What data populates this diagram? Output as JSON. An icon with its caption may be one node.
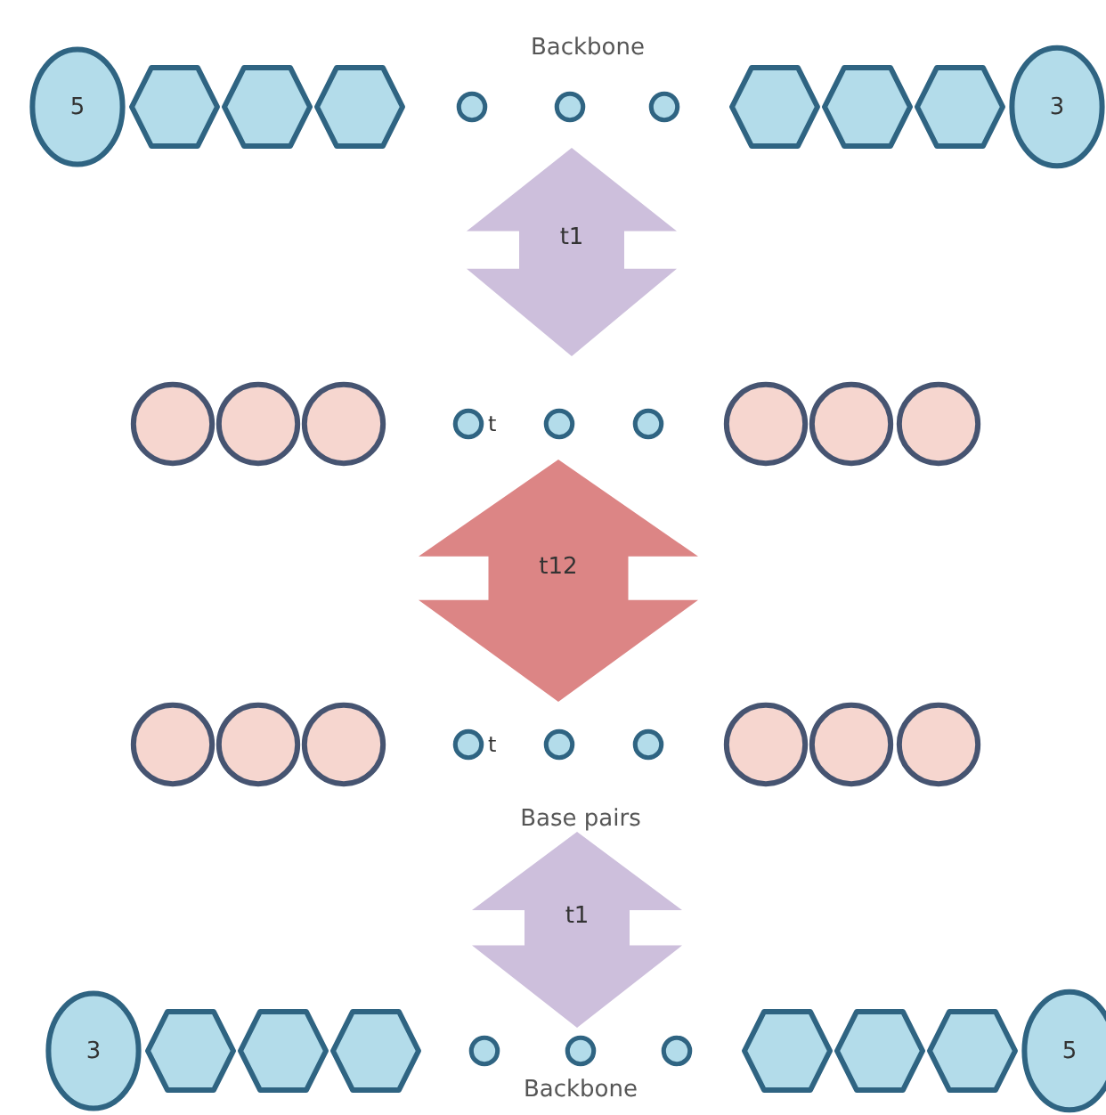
{
  "diagram": {
    "nodes": [
      {
        "text": [
          "5"
        ]
      },
      {
        "text": [],
        "shape": "hexagon"
      },
      {
        "text": [],
        "shape": "hexagon"
      },
      {
        "text": [],
        "shape": "hexagon"
      },
      {
        "text": [],
        "shape": "circle"
      },
      {
        "text": [],
        "shape": "circle"
      },
      {
        "text": [],
        "shape": "circle"
      },
      {
        "text": [],
        "shape": "hexagon"
      },
      {
        "text": [],
        "shape": "hexagon"
      },
      {
        "text": [],
        "shape": "hexagon"
      },
      {
        "text": [
          "3"
        ]
      },
      {
        "text": [
          "t1"
        ]
      },
      {
        "text": [],
        "shape": "circle"
      },
      {
        "text": [],
        "shape": "circle"
      },
      {
        "text": [],
        "shape": "circle"
      },
      {
        "text": [],
        "shape": "circle",
        "beside": [
          "t"
        ]
      },
      {
        "text": [],
        "shape": "circle"
      },
      {
        "text": [],
        "shape": "circle"
      },
      {
        "text": [],
        "shape": "circle"
      },
      {
        "text": [],
        "shape": "circle"
      },
      {
        "text": [],
        "shape": "circle"
      },
      {
        "text": [
          "t12"
        ]
      },
      {
        "text": [],
        "shape": "circle"
      },
      {
        "text": [],
        "shape": "circle"
      },
      {
        "text": [],
        "shape": "circle"
      },
      {
        "text": [],
        "shape": "circle",
        "beside": [
          "t"
        ]
      },
      {
        "text": [],
        "shape": "circle"
      },
      {
        "text": [],
        "shape": "circle"
      },
      {
        "text": [],
        "shape": "circle"
      },
      {
        "text": [],
        "shape": "circle"
      },
      {
        "text": [],
        "shape": "circle"
      },
      {
        "text": [
          "t1"
        ]
      },
      {
        "text": [
          "3"
        ]
      },
      {
        "text": [],
        "shape": "hexagon"
      },
      {
        "text": [],
        "shape": "hexagon"
      },
      {
        "text": [],
        "shape": "hexagon"
      },
      {
        "text": [],
        "shape": "circle"
      },
      {
        "text": [],
        "shape": "circle"
      },
      {
        "text": [],
        "shape": "circle"
      },
      {
        "text": [],
        "shape": "hexagon"
      },
      {
        "text": [],
        "shape": "hexagon"
      },
      {
        "text": [],
        "shape": "hexagon"
      },
      {
        "text": [
          "5"
        ]
      }
    ],
    "labels": [
      "Backbone",
      "Base pairs",
      "Backbone"
    ]
  }
}
